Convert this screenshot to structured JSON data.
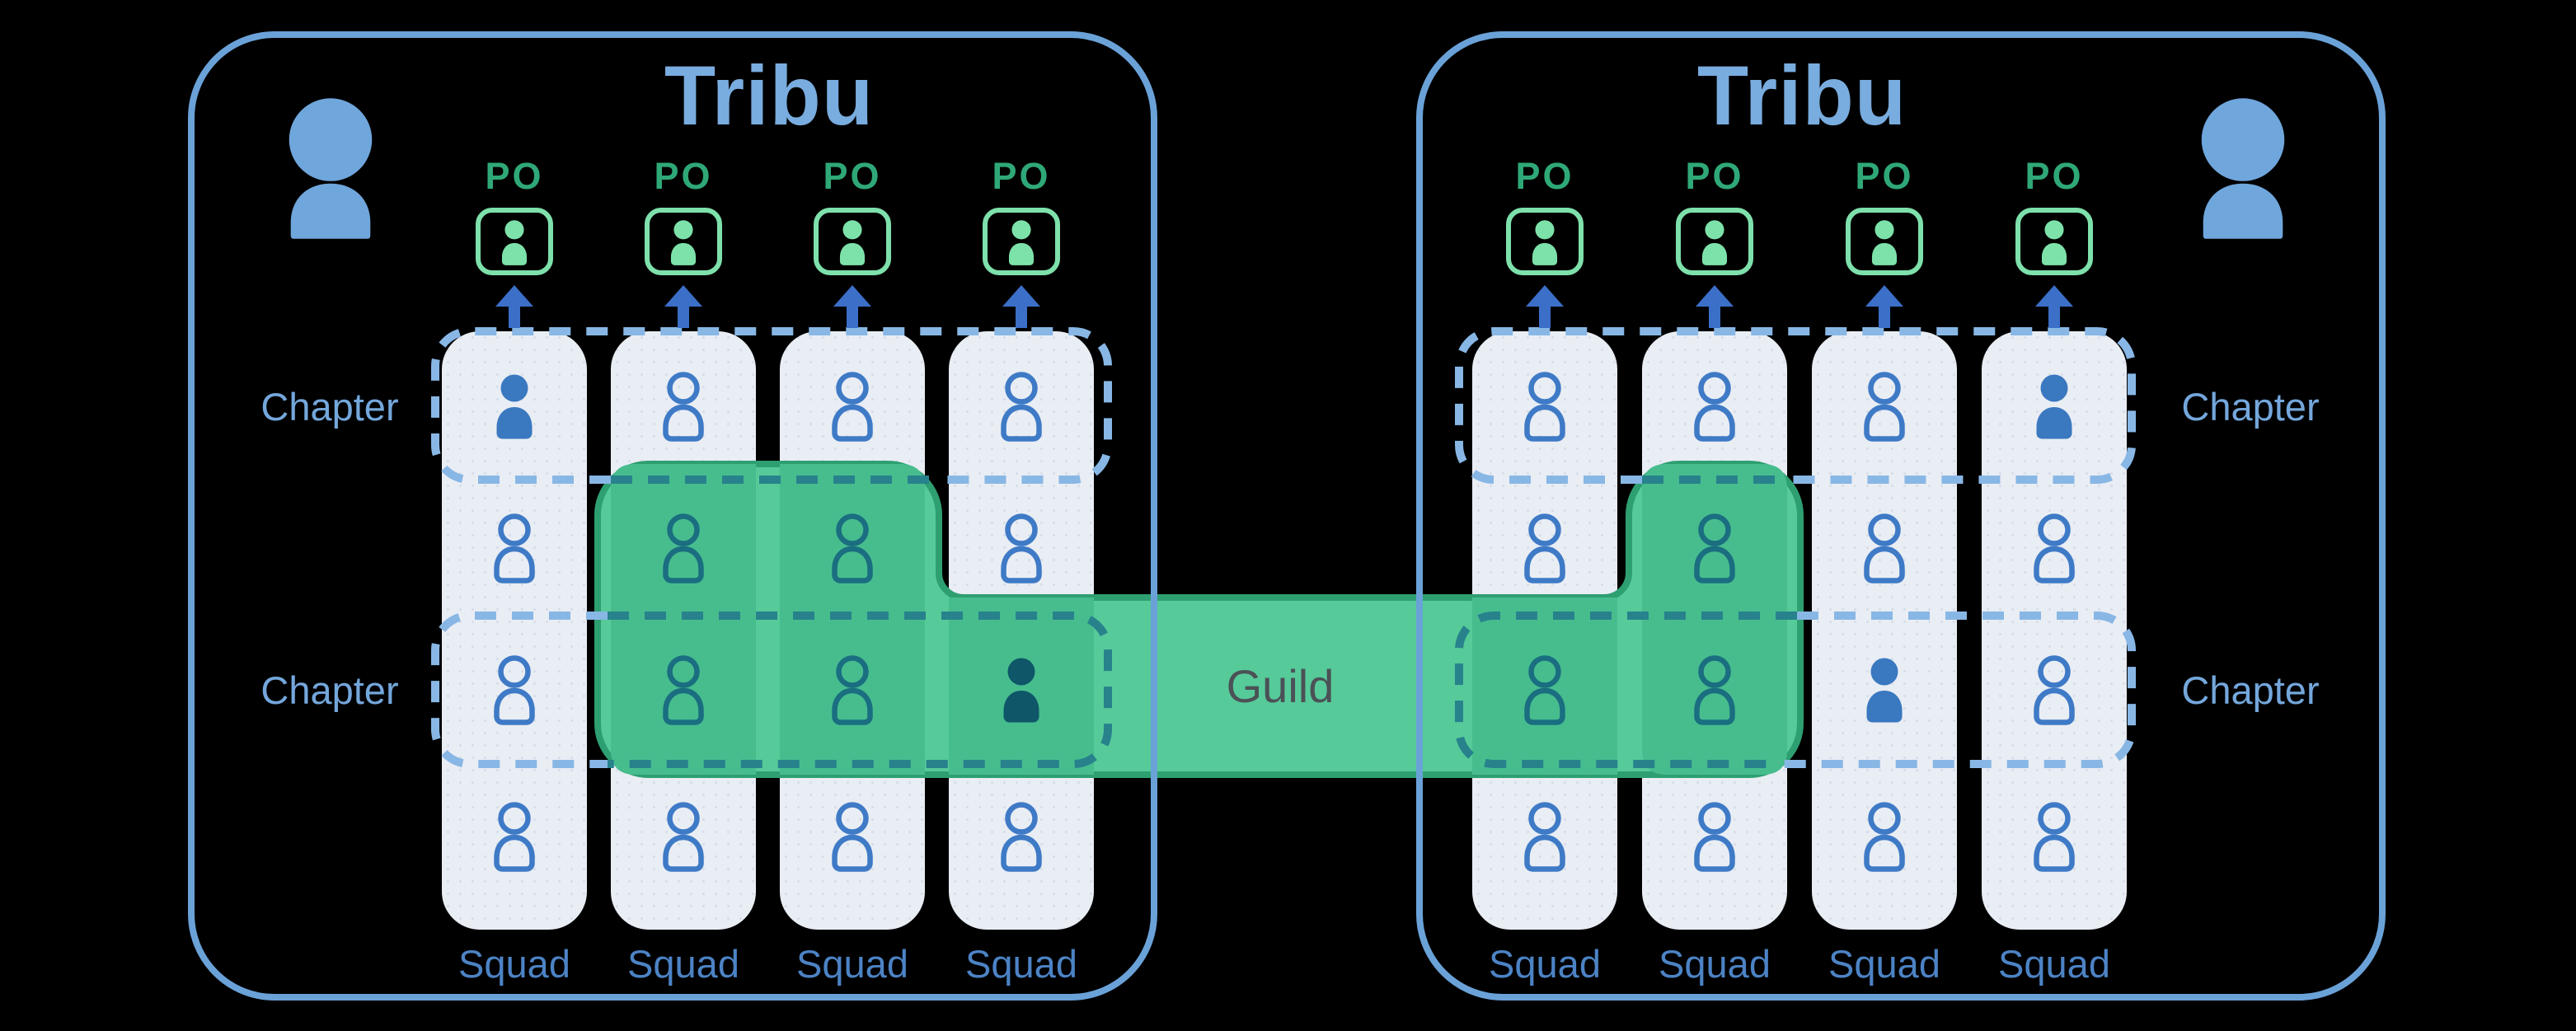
{
  "tribes": [
    {
      "side": "left",
      "title": "Tribu",
      "pos": [
        "PO",
        "PO",
        "PO",
        "PO"
      ],
      "chapters": [
        "Chapter",
        "Chapter"
      ],
      "squads": [
        "Squad",
        "Squad",
        "Squad",
        "Squad"
      ]
    },
    {
      "side": "right",
      "title": "Tribu",
      "pos": [
        "PO",
        "PO",
        "PO",
        "PO"
      ],
      "chapters": [
        "Chapter",
        "Chapter"
      ],
      "squads": [
        "Squad",
        "Squad",
        "Squad",
        "Squad"
      ]
    }
  ],
  "guild": {
    "label": "Guild"
  },
  "colors": {
    "background": "#000000",
    "tribe_border": "#6AA2D8",
    "tribe_title": "#79ACDF",
    "squad_column_bg": "#E9EDF4",
    "person_outline_blue": "#3E7AC6",
    "person_filled_blue": "#3A78C0",
    "person_outline_teal": "#1A6E80",
    "person_filled_teal": "#0E5668",
    "chapter_dash_blue": "#88B7E5",
    "chapter_dash_teal": "#27828C",
    "guild_fill": "#56CA99",
    "guild_over_column": "#47BD8E",
    "guild_border": "#2E9F71",
    "guild_text": "#4B5156",
    "po_text": "#2FA877",
    "po_border": "#7EE0AB",
    "po_icon": "#7DE2A9",
    "arrow": "#3B6FC8",
    "chapter_text": "#74A7DC",
    "squad_text": "#4C83C5"
  }
}
